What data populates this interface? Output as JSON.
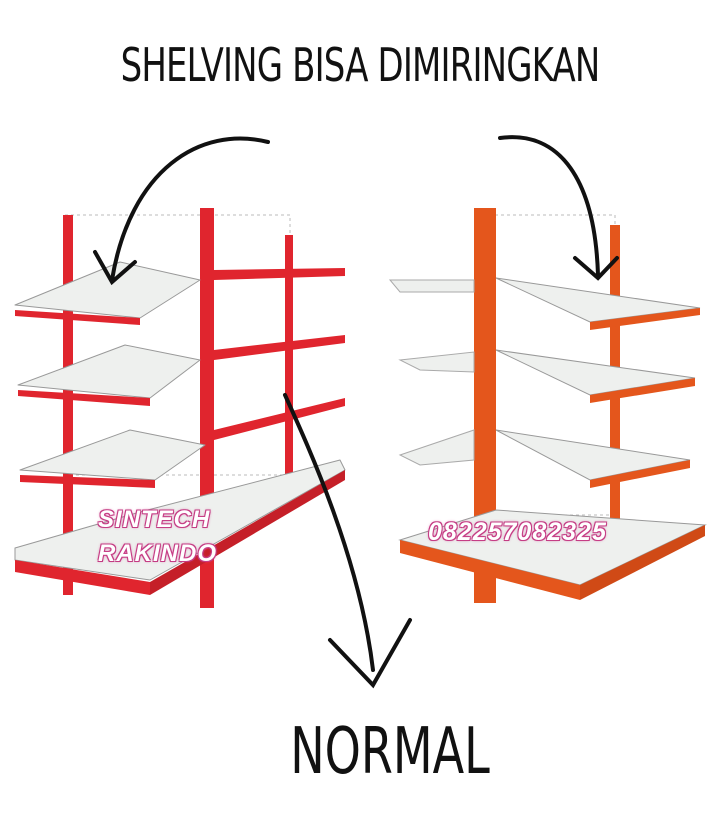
{
  "heading": "SHELVING BISA DIMIRINGKAN",
  "label_normal": "NORMAL",
  "watermark": {
    "line1": "SINTECH",
    "line2": "RAKINDO",
    "phone": "082257082325"
  },
  "colors": {
    "red_frame": "#e0252e",
    "orange_frame": "#e4561c",
    "shelf": "#eef0ee"
  }
}
